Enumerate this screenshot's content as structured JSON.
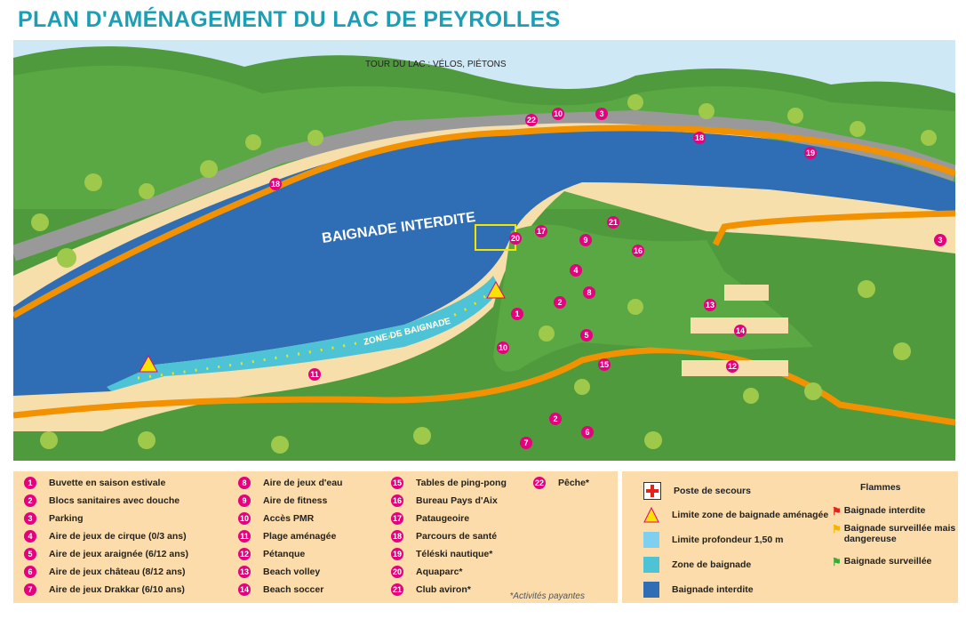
{
  "title": "PLAN D'AMÉNAGEMENT DU LAC DE PEYROLLES",
  "map": {
    "labels": {
      "tour_du_lac": "TOUR DU LAC : VÉLOS, PIÉTONS",
      "baignade_interdite": "BAIGNADE INTERDITE",
      "zone_de_baignade": "ZONE DE BAIGNADE"
    },
    "markers": [
      "22",
      "10",
      "3",
      "18",
      "19",
      "18",
      "17",
      "21",
      "20",
      "9",
      "16",
      "4",
      "8",
      "2",
      "13",
      "1",
      "14",
      "5",
      "10",
      "11",
      "15",
      "12",
      "2",
      "6",
      "7",
      "3"
    ]
  },
  "legend_numbers": [
    {
      "n": "1",
      "label": "Buvette en saison estivale"
    },
    {
      "n": "2",
      "label": "Blocs sanitaires avec douche"
    },
    {
      "n": "3",
      "label": "Parking"
    },
    {
      "n": "4",
      "label": "Aire de jeux de cirque (0/3 ans)"
    },
    {
      "n": "5",
      "label": "Aire de jeux araignée (6/12 ans)"
    },
    {
      "n": "6",
      "label": "Aire de jeux château (8/12 ans)"
    },
    {
      "n": "7",
      "label": "Aire de jeux Drakkar (6/10 ans)"
    },
    {
      "n": "8",
      "label": "Aire de jeux d'eau"
    },
    {
      "n": "9",
      "label": "Aire de fitness"
    },
    {
      "n": "10",
      "label": "Accès PMR"
    },
    {
      "n": "11",
      "label": "Plage aménagée"
    },
    {
      "n": "12",
      "label": "Pétanque"
    },
    {
      "n": "13",
      "label": "Beach volley"
    },
    {
      "n": "14",
      "label": "Beach soccer"
    },
    {
      "n": "15",
      "label": "Tables de ping-pong"
    },
    {
      "n": "16",
      "label": "Bureau Pays d'Aix"
    },
    {
      "n": "17",
      "label": "Pataugeoire"
    },
    {
      "n": "18",
      "label": "Parcours de santé"
    },
    {
      "n": "19",
      "label": "Téléski nautique*"
    },
    {
      "n": "20",
      "label": "Aquaparc*"
    },
    {
      "n": "21",
      "label": "Club aviron*"
    },
    {
      "n": "22",
      "label": "Pêche*"
    }
  ],
  "legend_note": "*Activités payantes",
  "legend_symbols": [
    {
      "label": "Poste de secours",
      "icon": "first-aid-icon"
    },
    {
      "label": "Limite zone de baignade aménagée",
      "icon": "warning-triangle-icon"
    },
    {
      "label": "Limite profondeur 1,50 m",
      "color": "#7fd0f0"
    },
    {
      "label": "Zone de baignade",
      "color": "#4fc3d6"
    },
    {
      "label": "Baignade interdite",
      "color": "#2f6db5"
    }
  ],
  "flammes": {
    "title": "Flammes",
    "items": [
      {
        "label": "Baignade interdite",
        "color": "#e2231a"
      },
      {
        "label": "Baignade surveillée mais dangereuse",
        "color": "#f5b400"
      },
      {
        "label": "Baignade surveillée",
        "color": "#3aa935"
      }
    ]
  },
  "colors": {
    "accent": "#1c9fb4",
    "marker": "#e5007d",
    "lake": "#2f6db5",
    "path": "#f39200",
    "grass": "#4f9a3c",
    "sand": "#f7dfac"
  }
}
